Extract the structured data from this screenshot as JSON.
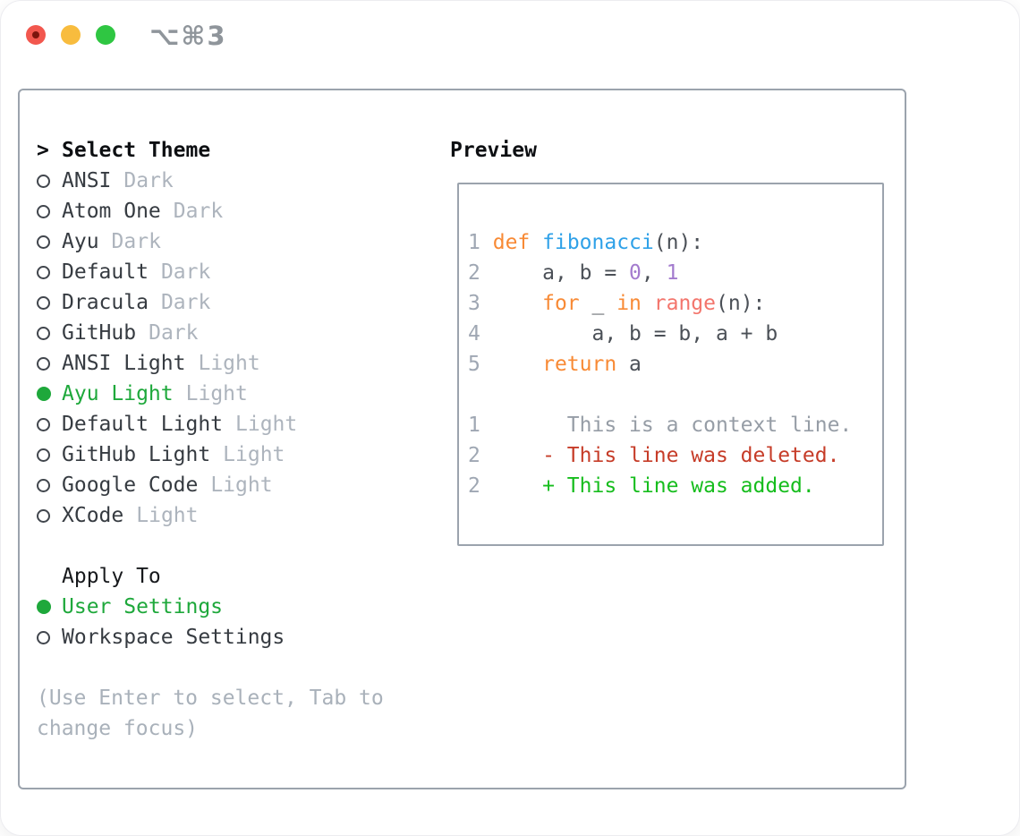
{
  "window": {
    "title": "⌥⌘3"
  },
  "colors": {
    "accent_green": "#1ea83b",
    "added_green": "#16bd1d",
    "deleted_red": "#c63c28",
    "border_gray": "#9ba3ad",
    "traffic_close": "#f2574e",
    "traffic_minimize": "#f8bc3e",
    "traffic_zoom": "#2fc642"
  },
  "theme_panel": {
    "header": {
      "prompt": ">",
      "title": "Select Theme"
    },
    "items": [
      {
        "name": "ANSI",
        "variant": "Dark",
        "selected": false
      },
      {
        "name": "Atom One",
        "variant": "Dark",
        "selected": false
      },
      {
        "name": "Ayu",
        "variant": "Dark",
        "selected": false
      },
      {
        "name": "Default",
        "variant": "Dark",
        "selected": false
      },
      {
        "name": "Dracula",
        "variant": "Dark",
        "selected": false
      },
      {
        "name": "GitHub",
        "variant": "Dark",
        "selected": false
      },
      {
        "name": "ANSI Light",
        "variant": "Light",
        "selected": false
      },
      {
        "name": "Ayu Light",
        "variant": "Light",
        "selected": true
      },
      {
        "name": "Default Light",
        "variant": "Light",
        "selected": false
      },
      {
        "name": "GitHub Light",
        "variant": "Light",
        "selected": false
      },
      {
        "name": "Google Code",
        "variant": "Light",
        "selected": false
      },
      {
        "name": "XCode",
        "variant": "Light",
        "selected": false
      }
    ],
    "apply_to": {
      "heading": "Apply To",
      "options": [
        {
          "label": "User Settings",
          "selected": true
        },
        {
          "label": "Workspace Settings",
          "selected": false
        }
      ]
    },
    "hint_line1": "(Use Enter to select, Tab to",
    "hint_line2": "change focus)"
  },
  "preview": {
    "heading": "Preview",
    "code_lines": [
      {
        "tokens": [
          {
            "t": "1",
            "s": "num"
          },
          {
            "t": " ",
            "s": "plain"
          },
          {
            "t": "def",
            "s": "kw"
          },
          {
            "t": " ",
            "s": "plain"
          },
          {
            "t": "fibonacci",
            "s": "fn"
          },
          {
            "t": "(n):",
            "s": "plain"
          }
        ]
      },
      {
        "tokens": [
          {
            "t": "2",
            "s": "num"
          },
          {
            "t": "     a, b = ",
            "s": "plain"
          },
          {
            "t": "0",
            "s": "const"
          },
          {
            "t": ", ",
            "s": "plain"
          },
          {
            "t": "1",
            "s": "const"
          }
        ]
      },
      {
        "tokens": [
          {
            "t": "3",
            "s": "num"
          },
          {
            "t": "     ",
            "s": "plain"
          },
          {
            "t": "for",
            "s": "kw"
          },
          {
            "t": " _ ",
            "s": "plain"
          },
          {
            "t": "in",
            "s": "kw"
          },
          {
            "t": " ",
            "s": "plain"
          },
          {
            "t": "range",
            "s": "call"
          },
          {
            "t": "(n):",
            "s": "plain"
          }
        ]
      },
      {
        "tokens": [
          {
            "t": "4",
            "s": "num"
          },
          {
            "t": "         a, b = b, a + b",
            "s": "plain"
          }
        ]
      },
      {
        "tokens": [
          {
            "t": "5",
            "s": "num"
          },
          {
            "t": "     ",
            "s": "plain"
          },
          {
            "t": "return",
            "s": "kw"
          },
          {
            "t": " a",
            "s": "plain"
          }
        ]
      },
      {
        "tokens": []
      },
      {
        "tokens": [
          {
            "t": "1",
            "s": "num"
          },
          {
            "t": "       This is a context line.",
            "s": "ctx"
          }
        ]
      },
      {
        "tokens": [
          {
            "t": "2",
            "s": "num"
          },
          {
            "t": "     ",
            "s": "plain"
          },
          {
            "t": "- This line was deleted.",
            "s": "del"
          }
        ]
      },
      {
        "tokens": [
          {
            "t": "2",
            "s": "num"
          },
          {
            "t": "     ",
            "s": "plain"
          },
          {
            "t": "+ This line was added.",
            "s": "add"
          }
        ]
      }
    ]
  }
}
